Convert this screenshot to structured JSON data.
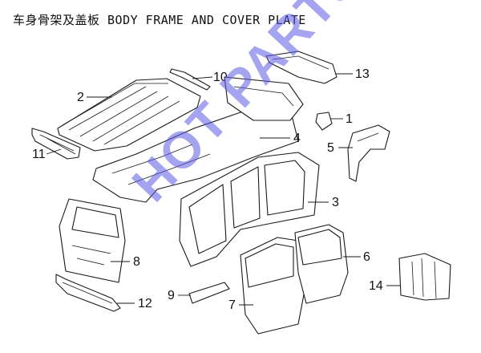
{
  "title": "车身骨架及盖板 BODY FRAME AND COVER PLATE",
  "watermark": "HOT PARTS",
  "callouts": {
    "c1": "1",
    "c2": "2",
    "c3": "3",
    "c4": "4",
    "c5": "5",
    "c6": "6",
    "c7": "7",
    "c8": "8",
    "c9": "9",
    "c10": "10",
    "c11": "11",
    "c12": "12",
    "c13": "13",
    "c14": "14"
  },
  "colors": {
    "line": "#1a1a1a",
    "watermark": "#5a5ae6"
  }
}
